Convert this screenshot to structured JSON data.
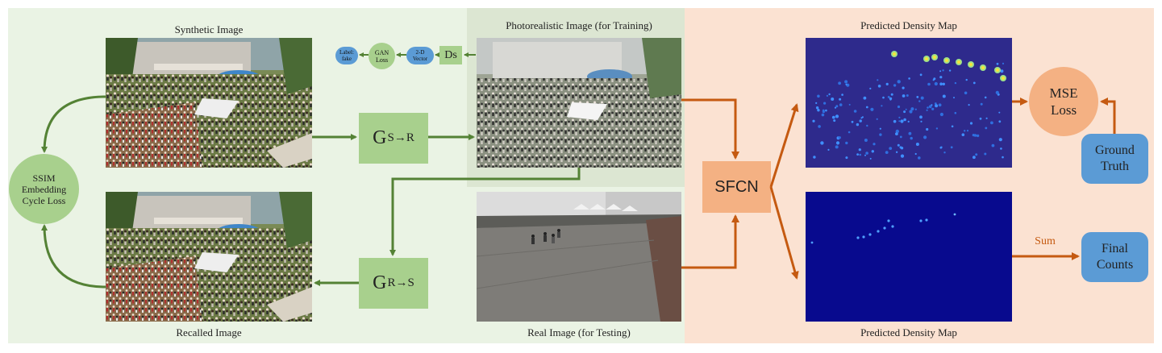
{
  "labels": {
    "synthetic": "Synthetic Image",
    "recalled": "Recalled Image",
    "photorealistic": "Photorealistic Image (for Training)",
    "real": "Real Image (for Testing)",
    "pred_top": "Predicted Density Map",
    "pred_bottom": "Predicted Density Map",
    "sum": "Sum"
  },
  "nodes": {
    "ssim": "SSIM Embedding Cycle Loss",
    "g_sr_main": "G",
    "g_sr_sub": "S→R",
    "g_rs_main": "G",
    "g_rs_sub": "R→S",
    "ds": "Ds",
    "vector": "2-D Vector",
    "gan_loss": "GAN Loss",
    "label_fake": "Label: fake",
    "sfcn": "SFCN",
    "mse": "MSE Loss",
    "ground_truth": "Ground Truth",
    "final_counts": "Final Counts"
  },
  "colors": {
    "green_panel": "#eaf3e4",
    "green_panel_dark": "#dce6d2",
    "orange_panel": "#fbe2d2",
    "green_arrow": "#548235",
    "orange_arrow": "#c55a11",
    "g_box": "#a8d08d",
    "sfcn_box": "#f4b183",
    "blue_node": "#5b9bd5",
    "density_bg": "#2e2a8c"
  }
}
